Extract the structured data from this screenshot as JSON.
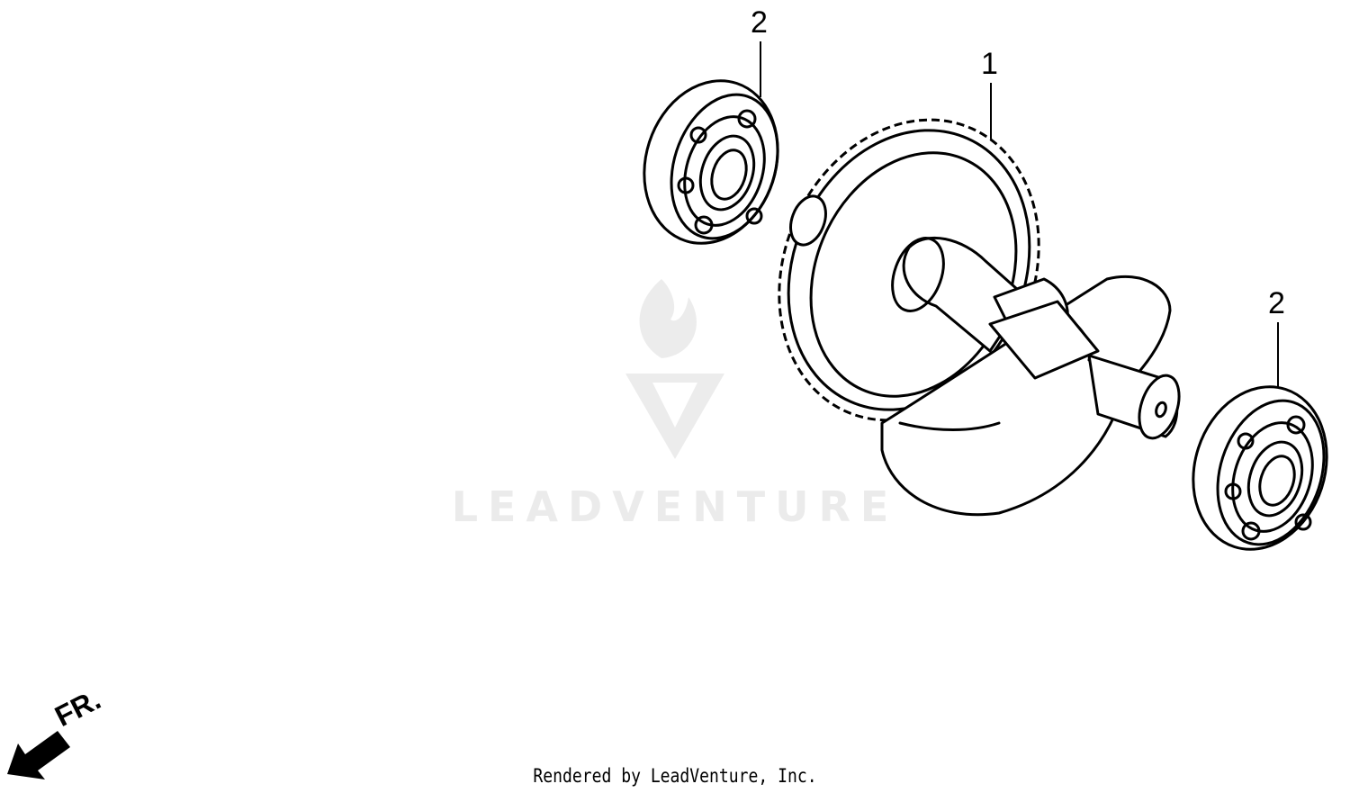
{
  "callouts": {
    "crankshaft": "1",
    "bearing_left": "2",
    "bearing_right": "2"
  },
  "watermark": {
    "text": "LEADVENTURE"
  },
  "direction_indicator": {
    "label": "FR."
  },
  "credit": "Rendered by LeadVenture, Inc."
}
